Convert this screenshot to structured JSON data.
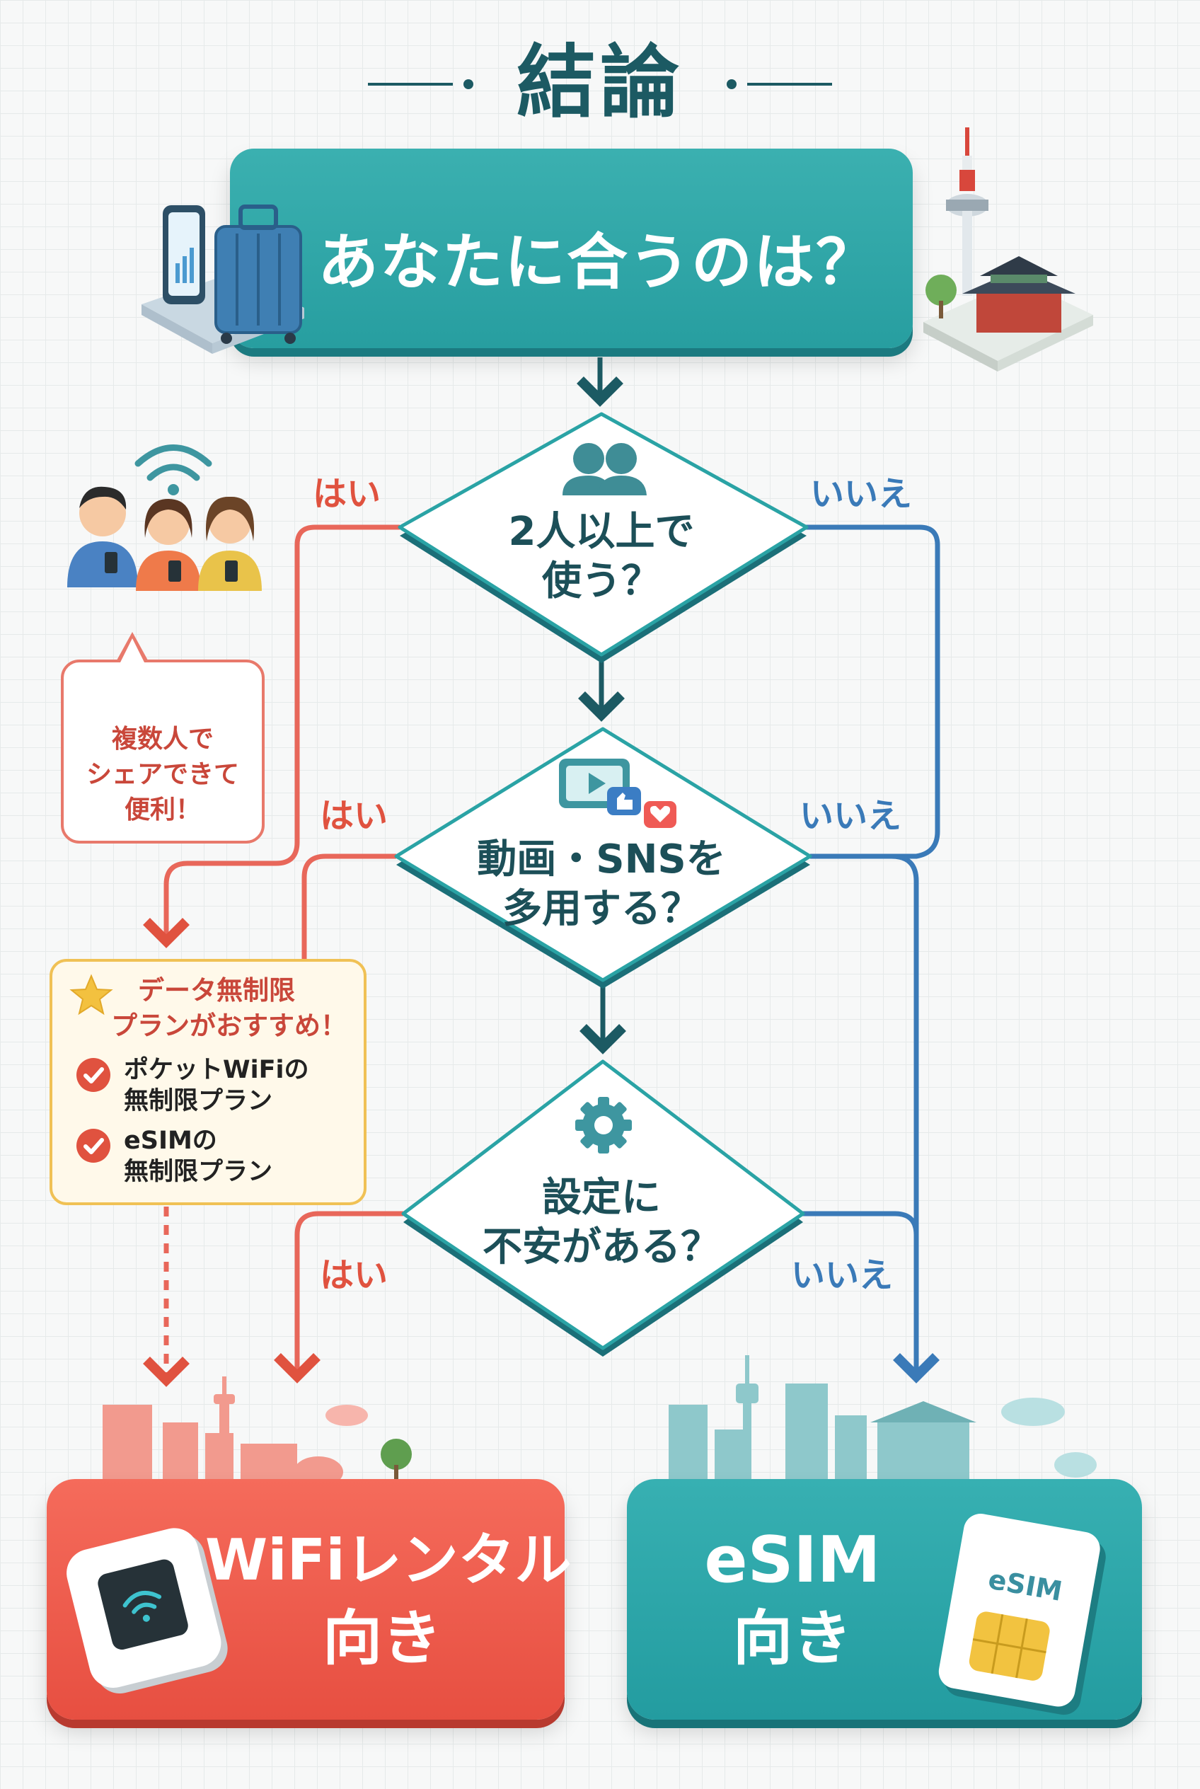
{
  "title": "結論",
  "header": {
    "text": "あなたに合うのは？"
  },
  "questions": [
    {
      "line1": "2人以上で",
      "line2": "使う？"
    },
    {
      "line1": "動画・SNSを",
      "line2": "多用する？"
    },
    {
      "line1": "設定に",
      "line2": "不安がある？"
    }
  ],
  "labels": {
    "yes": "はい",
    "no": "いいえ"
  },
  "bubble": {
    "line1": "複数人で",
    "line2": "シェアできて",
    "line3": "便利！"
  },
  "recommend": {
    "title_line1": "データ無制限",
    "title_line2": "プランがおすすめ！",
    "items": [
      {
        "line1": "ポケットWiFiの",
        "line2": "無制限プラン"
      },
      {
        "line1": "eSIMの",
        "line2": "無制限プラン"
      }
    ]
  },
  "results": {
    "wifi": {
      "line1": "WiFiレンタル",
      "line2": "向き"
    },
    "esim": {
      "line1": "eSIM",
      "line2": "向き",
      "card_label": "eSIM"
    }
  },
  "colors": {
    "teal": "#2aa3a5",
    "red": "#e0523f",
    "blue": "#3a7ab8",
    "dark": "#1c5a63"
  }
}
